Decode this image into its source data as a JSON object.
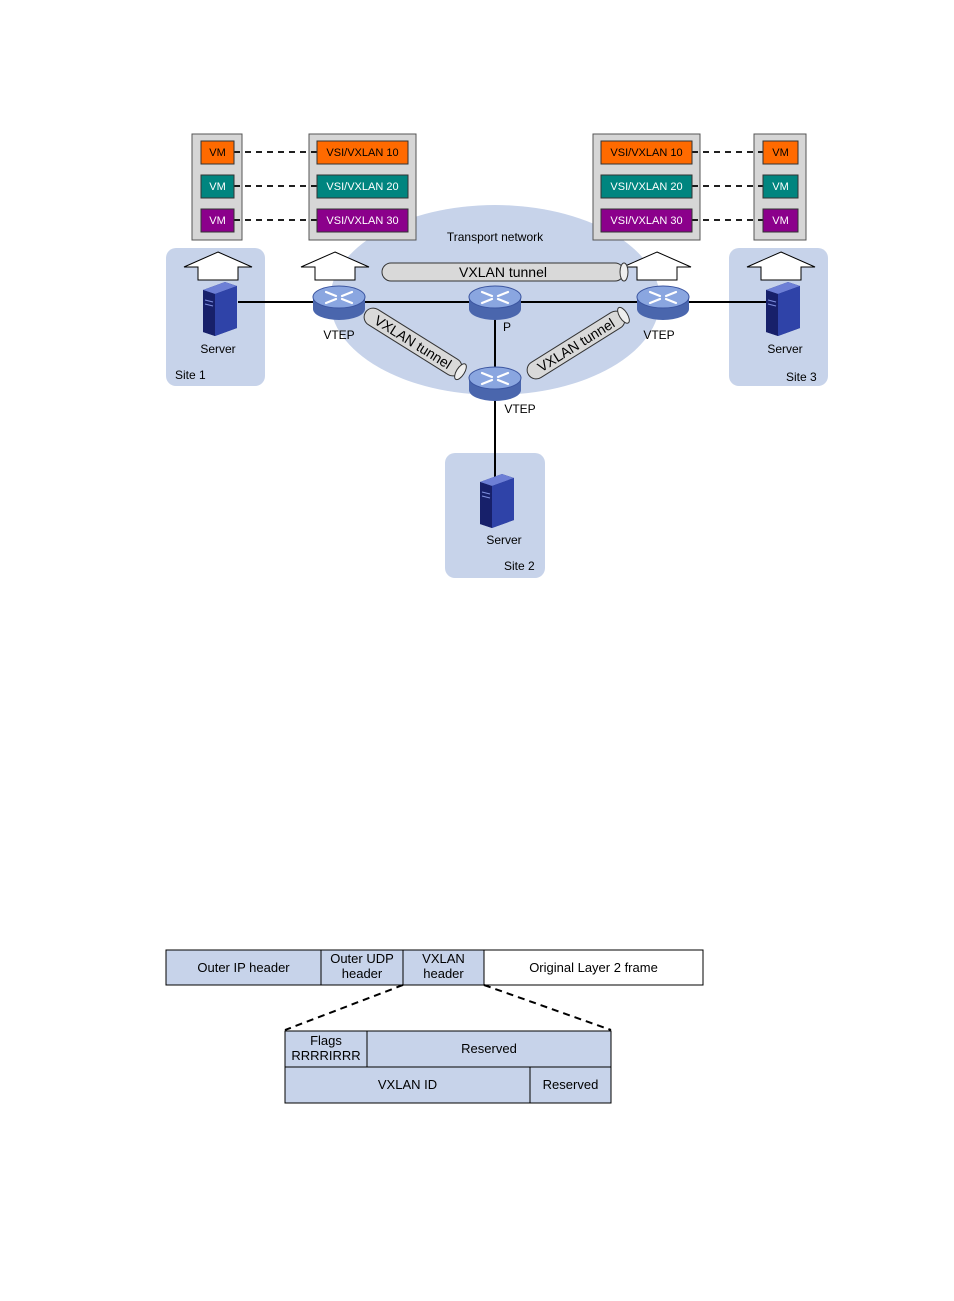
{
  "colors": {
    "site_bg": "#c7d3ea",
    "transport_bg": "#c7d3ea",
    "panel_bg": "#d6d6d6",
    "vxlan10": "#ff6a00",
    "vxlan20": "#00857f",
    "vxlan30": "#8b008b",
    "router": "#6e8fd0",
    "server": "#2b3a93",
    "tunnel": "#d9d9d9",
    "header_fill": "#c7d3ea"
  },
  "topology": {
    "transport_label": "Transport network",
    "tunnel_label": "VXLAN tunnel",
    "vm_label": "VM",
    "vsi_labels": [
      "VSI/VXLAN 10",
      "VSI/VXLAN 20",
      "VSI/VXLAN 30"
    ],
    "site1": {
      "server": "Server",
      "name": "Site 1"
    },
    "site2": {
      "server": "Server",
      "name": "Site 2"
    },
    "site3": {
      "server": "Server",
      "name": "Site 3"
    },
    "vtep_label": "VTEP",
    "p_label": "P",
    "icons": [
      "router-icon",
      "server-icon",
      "arrow-up-icon",
      "tunnel-icon"
    ]
  },
  "packet": {
    "outer_ip": "Outer IP header",
    "outer_udp": [
      "Outer UDP",
      "header"
    ],
    "vxlan_header": [
      "VXLAN",
      "header"
    ],
    "original_frame": "Original Layer 2 frame",
    "flags": [
      "Flags",
      "RRRRIRRR"
    ],
    "reserved1": "Reserved",
    "vxlan_id": "VXLAN ID",
    "reserved2": "Reserved"
  }
}
